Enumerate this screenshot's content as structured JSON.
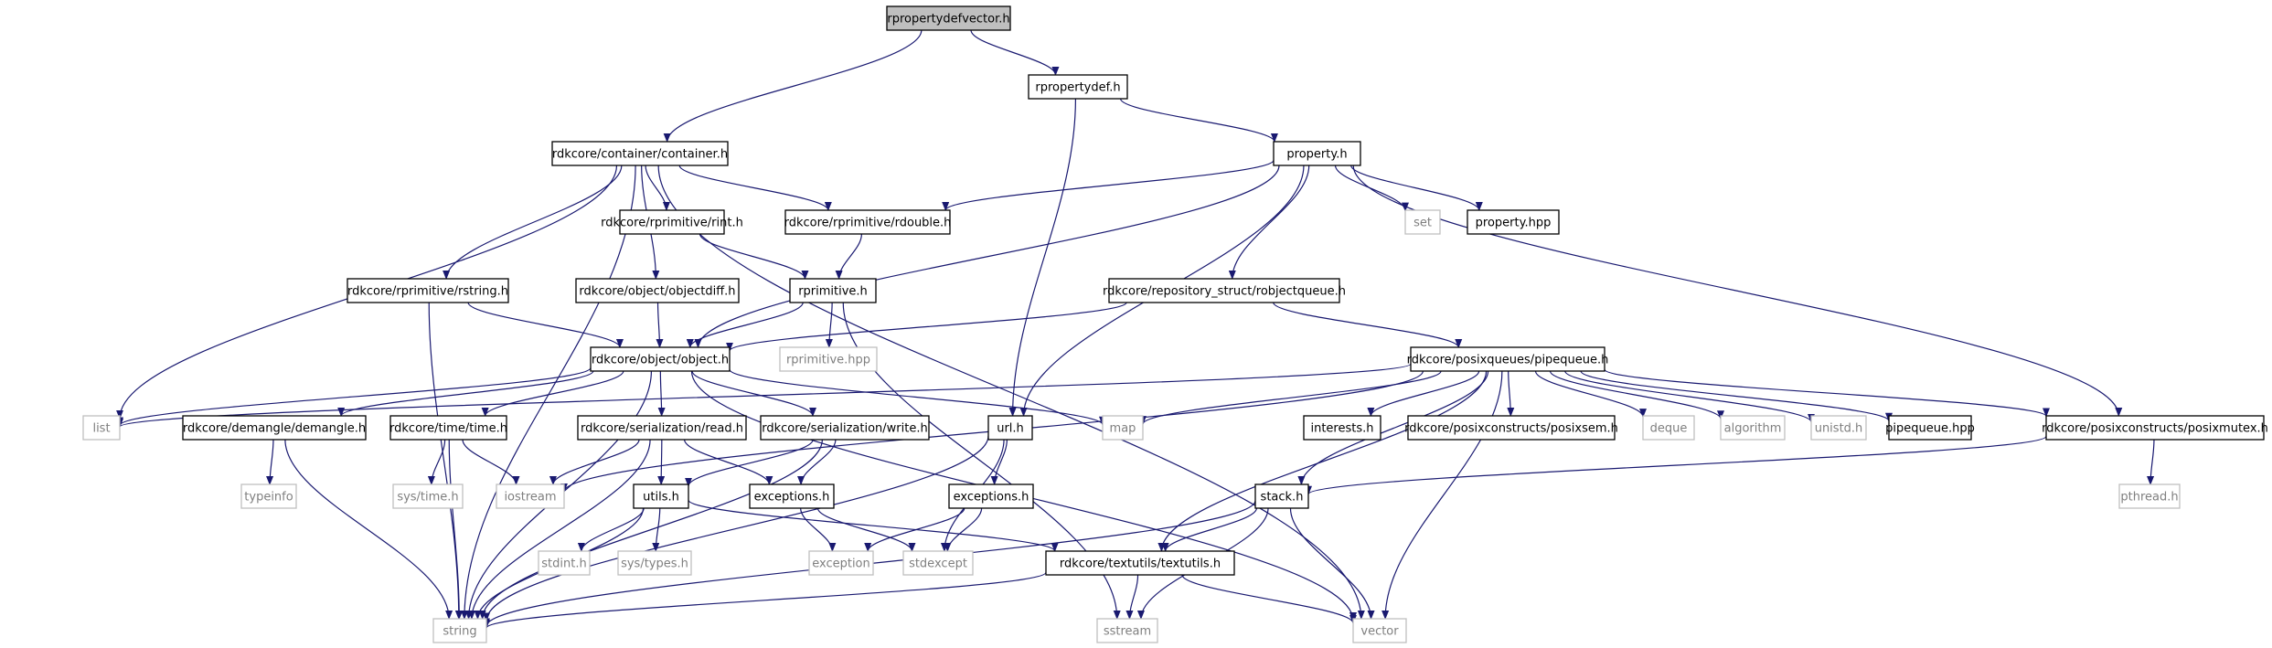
{
  "colors": {
    "edge": "#191970",
    "node_border": "#000000",
    "external_border": "#bfbfbf",
    "external_text": "#7f7f7f",
    "root_fill": "#bfbfbf",
    "node_fill": "#ffffff",
    "text": "#000000"
  },
  "nodes": [
    {
      "id": "rpropertydefvector",
      "label": "rpropertydefvector.h",
      "kind": "root"
    },
    {
      "id": "rpropertydef",
      "label": "rpropertydef.h",
      "kind": "file"
    },
    {
      "id": "container",
      "label": "rdkcore/container/container.h",
      "kind": "file"
    },
    {
      "id": "property",
      "label": "property.h",
      "kind": "file"
    },
    {
      "id": "rint",
      "label": "rdkcore/rprimitive/rint.h",
      "kind": "file"
    },
    {
      "id": "rdouble",
      "label": "rdkcore/rprimitive/rdouble.h",
      "kind": "file"
    },
    {
      "id": "set",
      "label": "set",
      "kind": "external"
    },
    {
      "id": "property_hpp",
      "label": "property.hpp",
      "kind": "file"
    },
    {
      "id": "rstring",
      "label": "rdkcore/rprimitive/rstring.h",
      "kind": "file"
    },
    {
      "id": "objectdiff",
      "label": "rdkcore/object/objectdiff.h",
      "kind": "file"
    },
    {
      "id": "rprimitive",
      "label": "rprimitive.h",
      "kind": "file"
    },
    {
      "id": "robjectqueue",
      "label": "rdkcore/repository_struct/robjectqueue.h",
      "kind": "file"
    },
    {
      "id": "object",
      "label": "rdkcore/object/object.h",
      "kind": "file"
    },
    {
      "id": "rprimitive_hpp",
      "label": "rprimitive.hpp",
      "kind": "external"
    },
    {
      "id": "pipequeue",
      "label": "rdkcore/posixqueues/pipequeue.h",
      "kind": "file"
    },
    {
      "id": "list",
      "label": "list",
      "kind": "external"
    },
    {
      "id": "demangle",
      "label": "rdkcore/demangle/demangle.h",
      "kind": "file"
    },
    {
      "id": "time",
      "label": "rdkcore/time/time.h",
      "kind": "file"
    },
    {
      "id": "read",
      "label": "rdkcore/serialization/read.h",
      "kind": "file"
    },
    {
      "id": "write",
      "label": "rdkcore/serialization/write.h",
      "kind": "file"
    },
    {
      "id": "url",
      "label": "url.h",
      "kind": "file"
    },
    {
      "id": "map",
      "label": "map",
      "kind": "external"
    },
    {
      "id": "interests",
      "label": "interests.h",
      "kind": "file"
    },
    {
      "id": "posixsem",
      "label": "rdkcore/posixconstructs/posixsem.h",
      "kind": "file"
    },
    {
      "id": "deque",
      "label": "deque",
      "kind": "external"
    },
    {
      "id": "algorithm",
      "label": "algorithm",
      "kind": "external"
    },
    {
      "id": "unistd",
      "label": "unistd.h",
      "kind": "external"
    },
    {
      "id": "pipequeue_hpp",
      "label": "pipequeue.hpp",
      "kind": "file"
    },
    {
      "id": "posixmutex",
      "label": "rdkcore/posixconstructs/posixmutex.h",
      "kind": "file"
    },
    {
      "id": "typeinfo",
      "label": "typeinfo",
      "kind": "external"
    },
    {
      "id": "systime",
      "label": "sys/time.h",
      "kind": "external"
    },
    {
      "id": "iostream",
      "label": "iostream",
      "kind": "external"
    },
    {
      "id": "utils",
      "label": "utils.h",
      "kind": "file"
    },
    {
      "id": "exceptions_h",
      "label": "exceptions.h",
      "kind": "file"
    },
    {
      "id": "exceptions_h2",
      "label": "exceptions.h",
      "kind": "file"
    },
    {
      "id": "stack",
      "label": "stack.h",
      "kind": "file"
    },
    {
      "id": "pthread",
      "label": "pthread.h",
      "kind": "external"
    },
    {
      "id": "stdint",
      "label": "stdint.h",
      "kind": "external"
    },
    {
      "id": "systypes",
      "label": "sys/types.h",
      "kind": "external"
    },
    {
      "id": "exception",
      "label": "exception",
      "kind": "external"
    },
    {
      "id": "stdexcept",
      "label": "stdexcept",
      "kind": "external"
    },
    {
      "id": "textutils",
      "label": "rdkcore/textutils/textutils.h",
      "kind": "file"
    },
    {
      "id": "string",
      "label": "string",
      "kind": "external"
    },
    {
      "id": "sstream",
      "label": "sstream",
      "kind": "external"
    },
    {
      "id": "vector",
      "label": "vector",
      "kind": "external"
    }
  ],
  "edges": [
    [
      "rpropertydefvector",
      "container"
    ],
    [
      "rpropertydefvector",
      "rpropertydef"
    ],
    [
      "rpropertydef",
      "property"
    ],
    [
      "rpropertydef",
      "url"
    ],
    [
      "container",
      "string"
    ],
    [
      "container",
      "rstring"
    ],
    [
      "container",
      "list"
    ],
    [
      "container",
      "objectdiff"
    ],
    [
      "container",
      "rint"
    ],
    [
      "container",
      "rdouble"
    ],
    [
      "container",
      "vector"
    ],
    [
      "property",
      "rdouble"
    ],
    [
      "property",
      "object"
    ],
    [
      "property",
      "robjectqueue"
    ],
    [
      "property",
      "url"
    ],
    [
      "property",
      "set"
    ],
    [
      "property",
      "property_hpp"
    ],
    [
      "property",
      "posixmutex"
    ],
    [
      "rint",
      "rprimitive"
    ],
    [
      "rdouble",
      "rprimitive"
    ],
    [
      "rstring",
      "object"
    ],
    [
      "rstring",
      "string"
    ],
    [
      "objectdiff",
      "object"
    ],
    [
      "rprimitive",
      "object"
    ],
    [
      "rprimitive",
      "rprimitive_hpp"
    ],
    [
      "rprimitive",
      "sstream"
    ],
    [
      "robjectqueue",
      "object"
    ],
    [
      "robjectqueue",
      "pipequeue"
    ],
    [
      "object",
      "list"
    ],
    [
      "object",
      "string"
    ],
    [
      "object",
      "demangle"
    ],
    [
      "object",
      "time"
    ],
    [
      "object",
      "read"
    ],
    [
      "object",
      "write"
    ],
    [
      "object",
      "map"
    ],
    [
      "object",
      "vector"
    ],
    [
      "pipequeue",
      "list"
    ],
    [
      "pipequeue",
      "iostream"
    ],
    [
      "pipequeue",
      "map"
    ],
    [
      "pipequeue",
      "interests"
    ],
    [
      "pipequeue",
      "posixsem"
    ],
    [
      "pipequeue",
      "deque"
    ],
    [
      "pipequeue",
      "algorithm"
    ],
    [
      "pipequeue",
      "unistd"
    ],
    [
      "pipequeue",
      "pipequeue_hpp"
    ],
    [
      "pipequeue",
      "posixmutex"
    ],
    [
      "pipequeue",
      "stack"
    ],
    [
      "pipequeue",
      "textutils"
    ],
    [
      "pipequeue",
      "vector"
    ],
    [
      "posixmutex",
      "stack"
    ],
    [
      "posixmutex",
      "pthread"
    ],
    [
      "demangle",
      "typeinfo"
    ],
    [
      "demangle",
      "string"
    ],
    [
      "time",
      "systime"
    ],
    [
      "time",
      "iostream"
    ],
    [
      "time",
      "string"
    ],
    [
      "read",
      "iostream"
    ],
    [
      "read",
      "utils"
    ],
    [
      "read",
      "exceptions_h"
    ],
    [
      "read",
      "string"
    ],
    [
      "write",
      "utils"
    ],
    [
      "write",
      "exceptions_h"
    ],
    [
      "write",
      "string"
    ],
    [
      "url",
      "exceptions_h2"
    ],
    [
      "url",
      "stdexcept"
    ],
    [
      "url",
      "string"
    ],
    [
      "utils",
      "stdint"
    ],
    [
      "utils",
      "systypes"
    ],
    [
      "utils",
      "string"
    ],
    [
      "utils",
      "textutils"
    ],
    [
      "exceptions_h",
      "exception"
    ],
    [
      "exceptions_h",
      "stdexcept"
    ],
    [
      "exceptions_h2",
      "exception"
    ],
    [
      "exceptions_h2",
      "stdexcept"
    ],
    [
      "stack",
      "textutils"
    ],
    [
      "stack",
      "sstream"
    ],
    [
      "stack",
      "vector"
    ],
    [
      "stack",
      "string"
    ],
    [
      "textutils",
      "string"
    ],
    [
      "textutils",
      "sstream"
    ],
    [
      "textutils",
      "vector"
    ]
  ]
}
